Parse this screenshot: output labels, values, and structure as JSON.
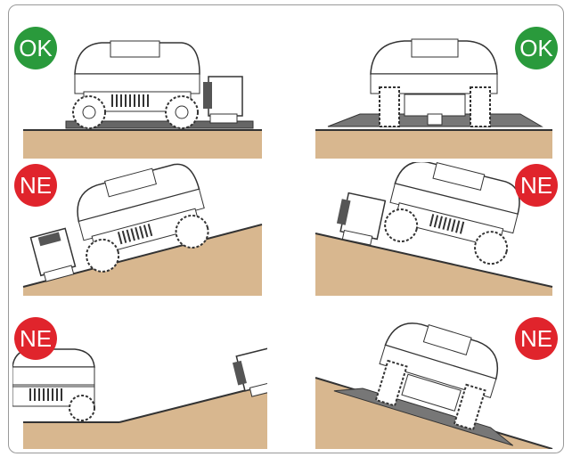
{
  "labels": {
    "ok": "OK",
    "ne": "NE"
  },
  "colors": {
    "ok_badge": "#2a9a3c",
    "ne_badge": "#e0242c",
    "soil": "#d8b78f",
    "outline": "#333333"
  },
  "panels": [
    {
      "id": "flat-side",
      "status": "ok",
      "label": "OK"
    },
    {
      "id": "flat-rear",
      "status": "ok",
      "label": "OK"
    },
    {
      "id": "uphill-side",
      "status": "ne",
      "label": "NE"
    },
    {
      "id": "downhill-side",
      "status": "ne",
      "label": "NE"
    },
    {
      "id": "station-on-slope",
      "status": "ne",
      "label": "NE"
    },
    {
      "id": "side-slope-rear",
      "status": "ne",
      "label": "NE"
    }
  ]
}
